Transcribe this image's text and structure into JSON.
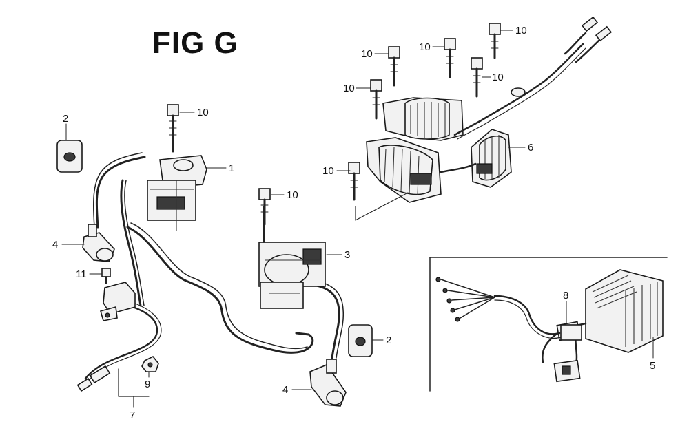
{
  "figure": {
    "title": "FIG G"
  },
  "callouts": {
    "c1": "1",
    "c2a": "2",
    "c2b": "2",
    "c3": "3",
    "c4a": "4",
    "c4b": "4",
    "c5": "5",
    "c6": "6",
    "c7": "7",
    "c8": "8",
    "c9": "9",
    "c10a": "10",
    "c10b": "10",
    "c10c": "10",
    "c10d": "10",
    "c10e": "10",
    "c10f": "10",
    "c10g": "10",
    "c10h": "10",
    "c11": "11"
  }
}
